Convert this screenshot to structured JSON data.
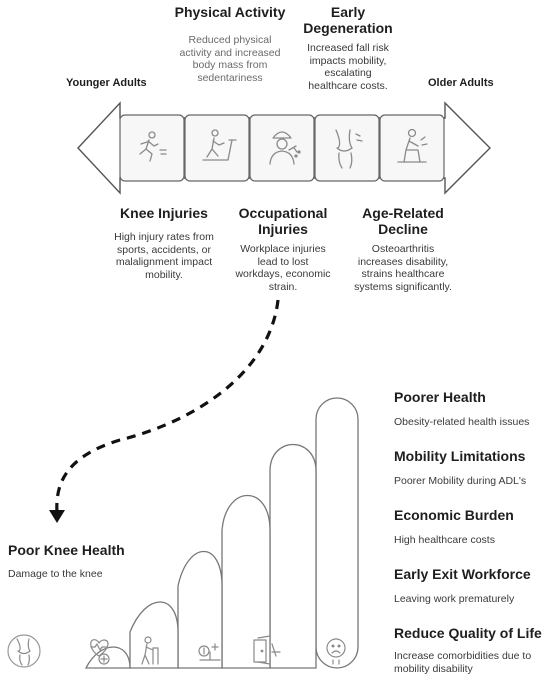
{
  "timeline": {
    "left_label": "Younger Adults",
    "right_label": "Older Adults",
    "top_items": [
      {
        "title": "Physical Activity",
        "desc": "Reduced physical activity and increased body mass from sedentariness"
      },
      {
        "title": "Early Degeneration",
        "desc": "Increased fall risk impacts mobility, escalating healthcare costs."
      }
    ],
    "bottom_items": [
      {
        "title": "Knee Injuries",
        "desc": "High injury rates from sports, accidents, or malalignment impact mobility."
      },
      {
        "title": "Occupational Injuries",
        "desc": "Workplace injuries lead to lost workdays, economic strain."
      },
      {
        "title": "Age-Related Decline",
        "desc": "Osteoarthritis increases disability, strains healthcare systems significantly."
      }
    ],
    "icons": [
      "running-person-icon",
      "treadmill-icon",
      "worker-icon",
      "knee-joint-icon",
      "person-knee-pain-icon"
    ]
  },
  "consequences": {
    "start": {
      "title": "Poor Knee Health",
      "desc": "Damage to the knee"
    },
    "items": [
      {
        "title": "Poorer Health",
        "desc": "Obesity-related health issues"
      },
      {
        "title": "Mobility Limitations",
        "desc": "Poorer Mobility during ADL's"
      },
      {
        "title": "Economic Burden",
        "desc": "High healthcare costs"
      },
      {
        "title": "Early Exit Workforce",
        "desc": "Leaving work prematurely"
      },
      {
        "title": "Reduce Quality of Life",
        "desc": "Increase comorbidities due to mobility disability"
      }
    ],
    "icons": [
      "knee-joint-icon",
      "heart-health-icon",
      "walker-person-icon",
      "money-scale-icon",
      "exit-door-icon",
      "sad-face-icon"
    ]
  }
}
